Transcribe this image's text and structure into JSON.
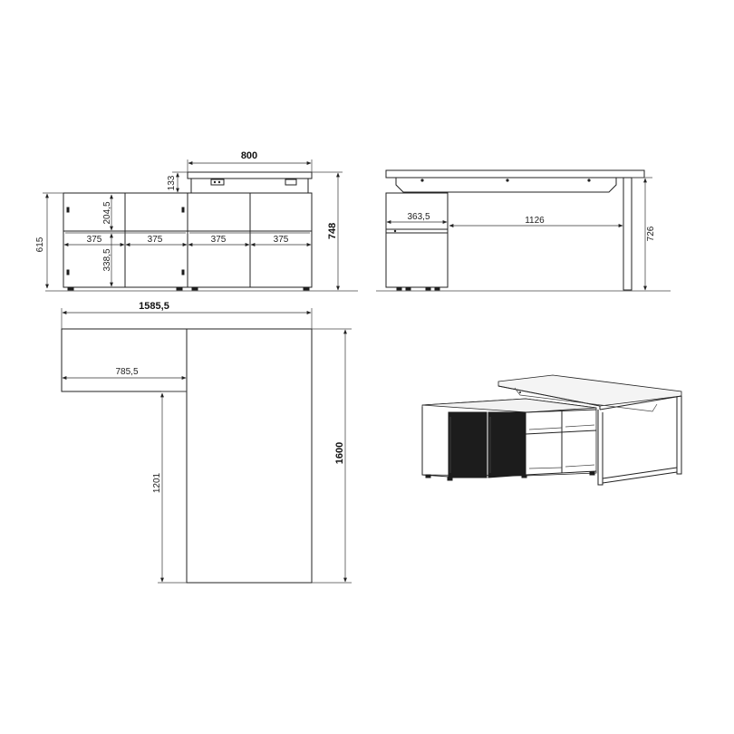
{
  "dimensions": {
    "total_height_front": "615",
    "cubby_height_top": "204,5",
    "cubby_height_bottom": "338,5",
    "cubby_width_1": "375",
    "cubby_width_2": "375",
    "cubby_width_3": "375",
    "cubby_width_4": "375",
    "desk_width": "800",
    "top_gap": "133",
    "desk_height": "748",
    "side_cabinet_width": "363,5",
    "side_leg_span": "1126",
    "side_height": "726",
    "plan_total_width": "1585,5",
    "plan_return_width": "785,5",
    "plan_depth_short": "1201",
    "plan_depth_long": "1600"
  }
}
